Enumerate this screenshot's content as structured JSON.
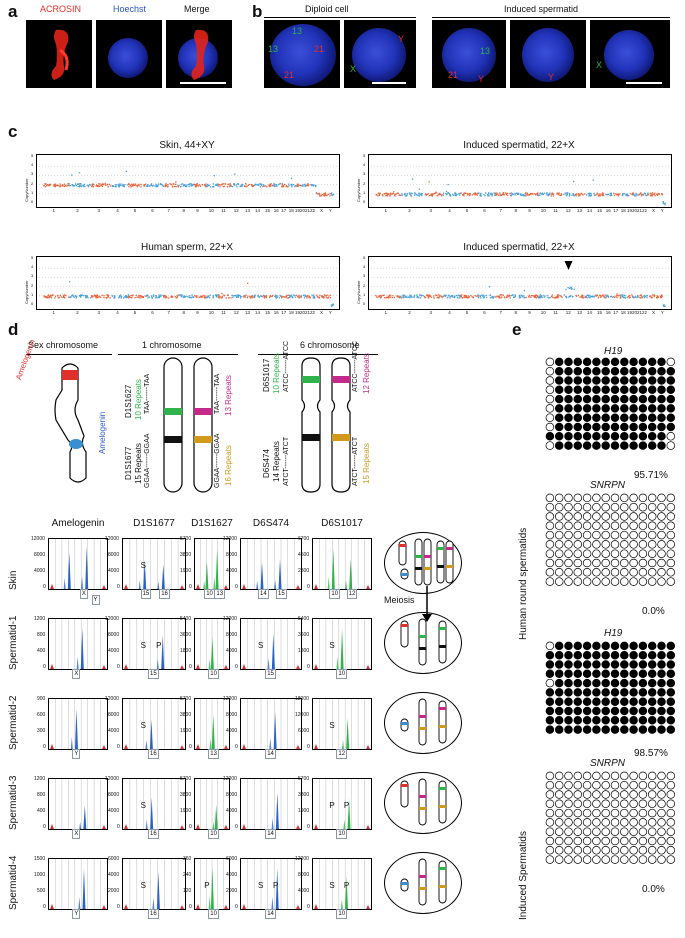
{
  "panels": {
    "a": {
      "label": "a",
      "channels": [
        "ACROSIN",
        "Hoechst",
        "Merge"
      ]
    },
    "b": {
      "label": "b",
      "groups": [
        "Diploid cell",
        "Induced spermatid"
      ],
      "fish_labels": {
        "c1": [
          "13",
          "13",
          "21",
          "21"
        ],
        "c2": [
          "Y",
          "X"
        ],
        "c3": [
          "13",
          "21",
          "Y"
        ],
        "c4": [
          "Y"
        ],
        "c5": [
          "X"
        ]
      }
    },
    "c": {
      "label": "c",
      "plots": [
        {
          "title": "Skin, 44+XY",
          "base": "2"
        },
        {
          "title": "Induced spermatid, 22+X",
          "base": "1"
        },
        {
          "title": "Human sperm, 22+X",
          "base": "1"
        },
        {
          "title": "Induced spermatid, 22+X",
          "base": "1"
        }
      ],
      "ylabel": "CopyNumber",
      "yticks": [
        "5",
        "4",
        "3",
        "2",
        "1",
        "0"
      ],
      "chromosomes": [
        "1",
        "2",
        "3",
        "4",
        "5",
        "6",
        "7",
        "8",
        "9",
        "10",
        "11",
        "12",
        "13",
        "14",
        "15",
        "16",
        "17",
        "18",
        "19",
        "20",
        "21",
        "22",
        "X",
        "Y"
      ]
    },
    "d": {
      "label": "d",
      "schematics": {
        "sex": {
          "title": "Sex chromosome",
          "amel1": "Amelogenin",
          "amel2": "Amelogenin"
        },
        "chr1": {
          "title": "1 chromosome",
          "d1s1627": "D1S1627",
          "rep10": "10 Repeats",
          "rep13": "13 Repeats",
          "taa": "TAA------TAA",
          "d1s1677": "D1S1677",
          "rep15": "15 Repeats",
          "rep16": "16 Repeats",
          "ggaa": "GGAA------GGAA"
        },
        "chr6": {
          "title": "6 chromosome",
          "d6s1017": "D6S1017",
          "rep10": "10 Repeats",
          "rep12": "12 Repeats",
          "atcc": "ATCC------ATCC",
          "d6s474": "D6S474",
          "rep14": "14 Repeats",
          "rep15": "15 Repeats",
          "atct": "ATCT------ATCT"
        }
      },
      "columns": [
        "Amelogenin",
        "D1S1677",
        "D1S1627",
        "D6S474",
        "D6S1017"
      ],
      "rows": [
        {
          "name": "Skin",
          "alleles": [
            [
              "X",
              "Y"
            ],
            [
              "15",
              "16"
            ],
            [
              "10",
              "13"
            ],
            [
              "14",
              "15"
            ],
            [
              "10",
              "12"
            ]
          ],
          "yticks": [
            [
              "12000",
              "8000",
              "4000",
              "0"
            ],
            [
              "12000",
              "8000",
              "4000",
              "0"
            ],
            [
              "5700",
              "3800",
              "1900",
              "0"
            ],
            [
              "12000",
              "8000",
              "4000",
              "0"
            ],
            [
              "6700",
              "4500",
              "2300",
              "0"
            ]
          ],
          "marks": [
            [],
            [
              "S"
            ],
            [],
            [],
            []
          ]
        },
        {
          "name": "Spermatid-1",
          "alleles": [
            [
              "X"
            ],
            [
              "15"
            ],
            [
              "10"
            ],
            [
              "15"
            ],
            [
              "10"
            ]
          ],
          "yticks": [
            [
              "1200",
              "800",
              "400",
              "0"
            ],
            [
              "12000",
              "8000",
              "4000",
              "0"
            ],
            [
              "5400",
              "3600",
              "1800",
              "0"
            ],
            [
              "12000",
              "8000",
              "4000",
              "0"
            ],
            [
              "5400",
              "3600",
              "1800",
              "0"
            ]
          ],
          "marks": [
            [],
            [
              "S",
              "P"
            ],
            [],
            [
              "S"
            ],
            [
              "S"
            ]
          ]
        },
        {
          "name": "Spermatid-2",
          "alleles": [
            [
              "Y"
            ],
            [
              "16"
            ],
            [
              "13"
            ],
            [
              "14"
            ],
            [
              "12"
            ]
          ],
          "yticks": [
            [
              "900",
              "600",
              "300",
              "0"
            ],
            [
              "12000",
              "8000",
              "4000",
              "0"
            ],
            [
              "5700",
              "3800",
              "1900",
              "0"
            ],
            [
              "12000",
              "8000",
              "4000",
              "0"
            ],
            [
              "18000",
              "12000",
              "6000",
              "0"
            ]
          ],
          "marks": [
            [],
            [
              "S"
            ],
            [],
            [],
            [
              "S"
            ]
          ]
        },
        {
          "name": "Spermatid-3",
          "alleles": [
            [
              "X"
            ],
            [
              "16"
            ],
            [
              "10"
            ],
            [
              "14"
            ],
            [
              "10"
            ]
          ],
          "yticks": [
            [
              "1200",
              "800",
              "400",
              "0"
            ],
            [
              "12000",
              "8000",
              "4000",
              "0"
            ],
            [
              "5700",
              "3800",
              "1900",
              "0"
            ],
            [
              "12000",
              "8000",
              "4000",
              "0"
            ],
            [
              "5700",
              "3800",
              "1900",
              "0"
            ]
          ],
          "marks": [
            [],
            [
              "S"
            ],
            [],
            [],
            [
              "P",
              "P"
            ]
          ]
        },
        {
          "name": "Spermatid-4",
          "alleles": [
            [
              "Y"
            ],
            [
              "16"
            ],
            [
              "10"
            ],
            [
              "14"
            ],
            [
              "10"
            ]
          ],
          "yticks": [
            [
              "1500",
              "1000",
              "500",
              "0"
            ],
            [
              "6000",
              "4000",
              "2000",
              "0"
            ],
            [
              "360",
              "240",
              "120",
              "0"
            ],
            [
              "6000",
              "4000",
              "2000",
              "0"
            ],
            [
              "12000",
              "8000",
              "4000",
              "0"
            ]
          ],
          "marks": [
            [],
            [
              "S"
            ],
            [
              "P"
            ],
            [
              "S",
              "P"
            ],
            [
              "S",
              "P"
            ]
          ]
        }
      ],
      "meiosis": "Meiosis"
    },
    "e": {
      "label": "e",
      "groups": [
        {
          "name": "Human round spermatids",
          "h19": "H19",
          "h19_pct": "95.71%",
          "snrpn": "SNRPN",
          "snrpn_pct": "0.0%"
        },
        {
          "name": "Induced Spermatids",
          "h19": "H19",
          "h19_pct": "98.57%",
          "snrpn": "SNRPN",
          "snrpn_pct": "0.0%"
        }
      ]
    }
  },
  "colors": {
    "red": "#e0302c",
    "blue": "#3a8fd0",
    "green": "#2fb34a",
    "magenta": "#c42a8a",
    "gold": "#d19a1d",
    "cn_red": "#e8643a",
    "cn_blue": "#4aa0d8"
  }
}
